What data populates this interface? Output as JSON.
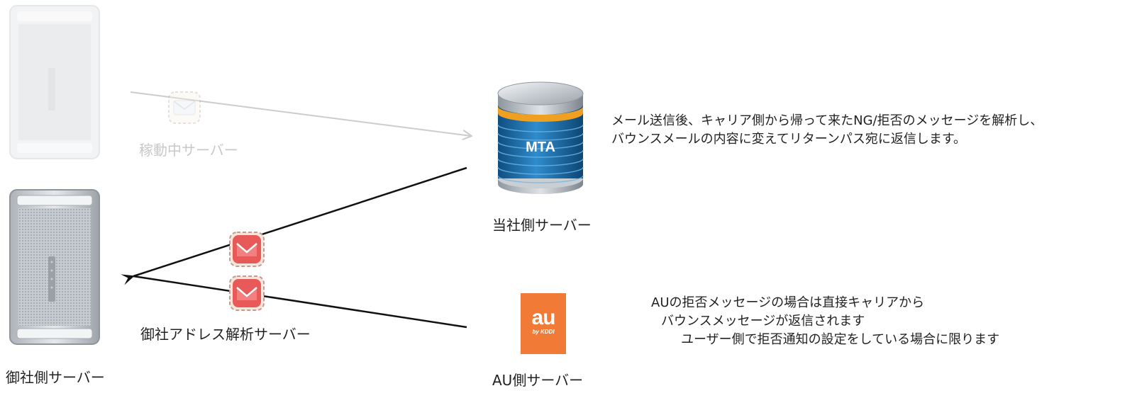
{
  "labels": {
    "active_server": "稼動中サーバー",
    "our_server": "当社側サーバー",
    "client_server": "御社側サーバー",
    "au_server": "AU側サーバー",
    "address_analysis_server": "御社アドレス解析サーバー",
    "mta": "MTA",
    "au_logo_main": "au",
    "au_logo_sub": "by KDDI"
  },
  "descriptions": {
    "mta_line1": "メール送信後、キャリア側から帰って来たNG/拒否のメッセージを解析し、",
    "mta_line2": "バウンスメールの内容に変えてリターンパス宛に返信します。",
    "au_line1": "AUの拒否メッセージの場合は直接キャリアから",
    "au_line2": "バウンスメッセージが返信されます",
    "au_line3": "ユーザー側で拒否通知の設定をしている場合に限ります"
  },
  "colors": {
    "faded_arrow": "#cccccc",
    "arrow": "#111111",
    "au_orange": "#f07a36",
    "envelope_red": "#e85a5a",
    "mta_blue": "#1f6fa8",
    "mta_band": "#f0a020"
  },
  "icons": {
    "server_tower": "server-tower-icon",
    "database": "database-icon",
    "envelope": "envelope-icon",
    "au_logo": "au-logo-icon"
  }
}
